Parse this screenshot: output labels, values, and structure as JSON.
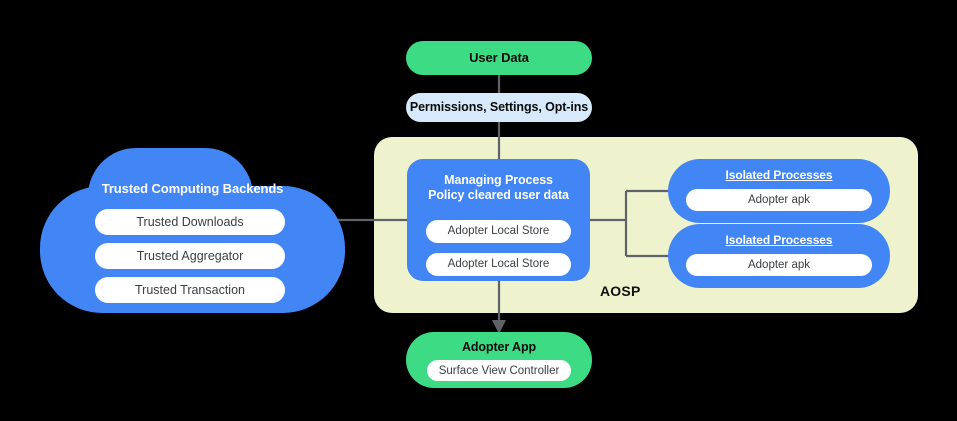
{
  "diagram": {
    "title": "AOSP trusted computing / adopter data-flow architecture",
    "colors": {
      "background": "#000000",
      "blue": "#4285F4",
      "green": "#3DDC84",
      "light_blue": "#D6EAFB",
      "aosp_container": "#EEF3CE",
      "connector": "#5F6368",
      "pill_fill": "#FFFFFF",
      "pill_text": "#3C4043"
    }
  },
  "aosp": {
    "label": "AOSP"
  },
  "user_data": {
    "title": "User Data"
  },
  "permissions": {
    "title": "Permissions,  Settings, Opt-ins"
  },
  "cloud": {
    "title": "Trusted Computing Backends",
    "items": [
      {
        "label": "Trusted Downloads"
      },
      {
        "label": "Trusted Aggregator"
      },
      {
        "label": "Trusted Transaction"
      }
    ]
  },
  "managing_process": {
    "title_line_1": "Managing Process",
    "title_line_2": "Policy cleared user data",
    "stores": [
      {
        "label": "Adopter Local Store"
      },
      {
        "label": "Adopter Local Store"
      }
    ]
  },
  "isolated_processes": [
    {
      "title": "Isolated Processes",
      "item": "Adopter apk"
    },
    {
      "title": "Isolated Processes",
      "item": "Adopter apk"
    }
  ],
  "adopter_app": {
    "title": "Adopter App",
    "item": "Surface View Controller"
  }
}
